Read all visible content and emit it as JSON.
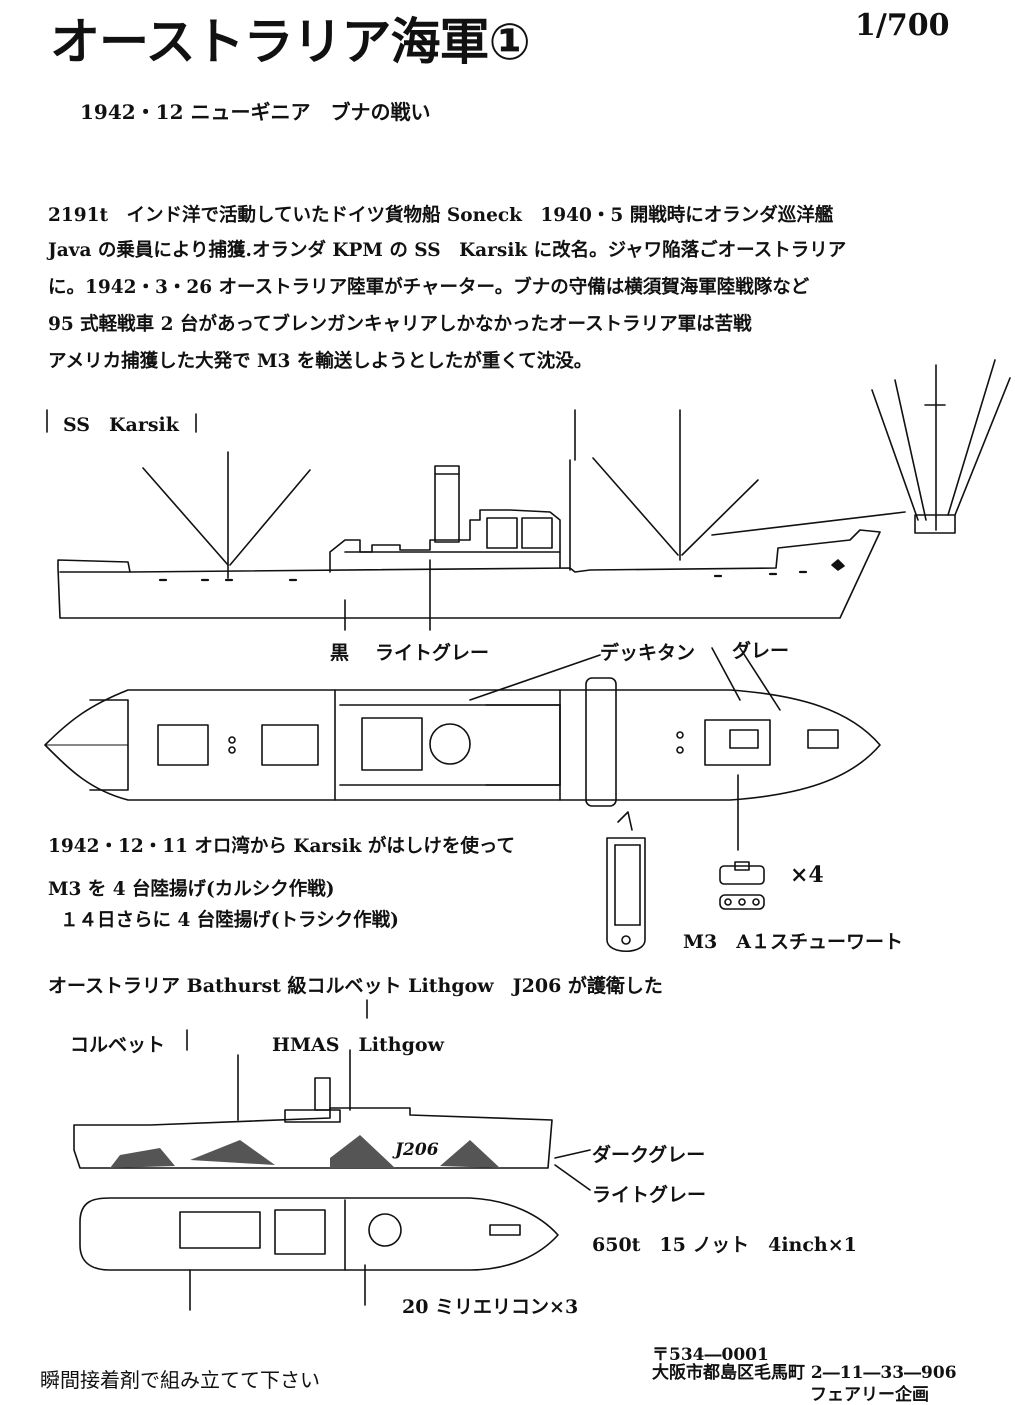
{
  "header": {
    "title": "オーストラリア海軍①",
    "scale": "1/700",
    "subtitle": "1942・12 ニューギニア　ブナの戦い"
  },
  "description": [
    "2191t　インド洋で活動していたドイツ貨物船 Soneck　1940・5 開戦時にオランダ巡洋艦",
    "Java の乗員により捕獲.オランダ KPM の SS　Karsik に改名。ジャワ陥落ごオーストラリア",
    "に。1942・3・26 オーストラリア陸軍がチャーター。ブナの守備は横須賀海軍陸戦隊など",
    "95 式軽戦車 2 台があってブレンガンキャリアしかなかったオーストラリア軍は苦戦",
    "アメリカ捕獲した大発で M3 を輸送しようとしたが重くて沈没。"
  ],
  "karsik": {
    "name": "SS　Karsik",
    "colors": {
      "hull": "黒",
      "super": "ライトグレー",
      "deck": "デッキタン",
      "grey": "グレー"
    }
  },
  "landing": [
    "1942・12・11 オロ湾から Karsik がはしけを使って",
    "M3 を 4 台陸揚げ(カルシク作戦)",
    "１４日さらに 4 台陸揚げ(トラシク作戦)"
  ],
  "tank": {
    "count": "×4",
    "caption": "M3　A１スチューワート"
  },
  "escort": "オーストラリア Bathurst 級コルベット Lithgow　J206 が護衛した",
  "corvette": {
    "type": "コルベット",
    "name": "HMAS　Lithgow",
    "pennant": "J206",
    "dark": "ダークグレー",
    "light": "ライトグレー",
    "specs": "650t　15 ノット　4inch×1",
    "guns": "20 ミリエリコン×3"
  },
  "footer": {
    "instruction": "瞬間接着剤で組み立てて下さい",
    "postal": "〒534―0001",
    "address": "大阪市都島区毛馬町 2―11―33―906",
    "maker": "フェアリー企画"
  }
}
